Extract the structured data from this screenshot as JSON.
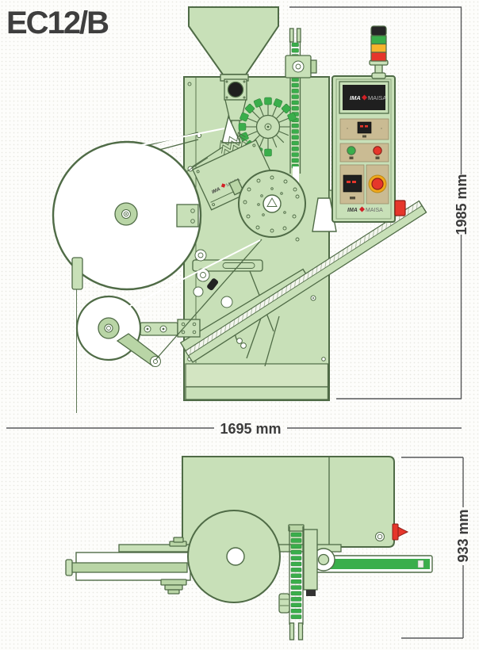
{
  "title": "EC12/B",
  "brand": {
    "part1": "IMA",
    "part2": "MAISA",
    "diamond_color": "#d22027"
  },
  "front_view": {
    "width_label": "1695 mm",
    "height_label": "1985 mm",
    "signal_tower": {
      "cap": "#262626",
      "green": "#3aae4b",
      "amber": "#f6b42c",
      "red": "#e6362b"
    },
    "control_panel": {
      "screen_bg": "#1f1f1f",
      "panel_tan": "#cabb93",
      "start_button": "#3aae4b",
      "stop_button": "#e6362b",
      "estop_ring": "#f0a81c",
      "estop_button": "#e6362b",
      "display_digits": "#e6362b",
      "main_switch": "#e6362b"
    }
  },
  "side_view": {
    "height_label": "933 mm",
    "conveyor_green": "#3aae4b",
    "lever_red": "#e6362b"
  },
  "machine": {
    "body_fill": "#c8e0b8",
    "outline": "#4f6b46",
    "bag_green": "#3aae4b"
  }
}
